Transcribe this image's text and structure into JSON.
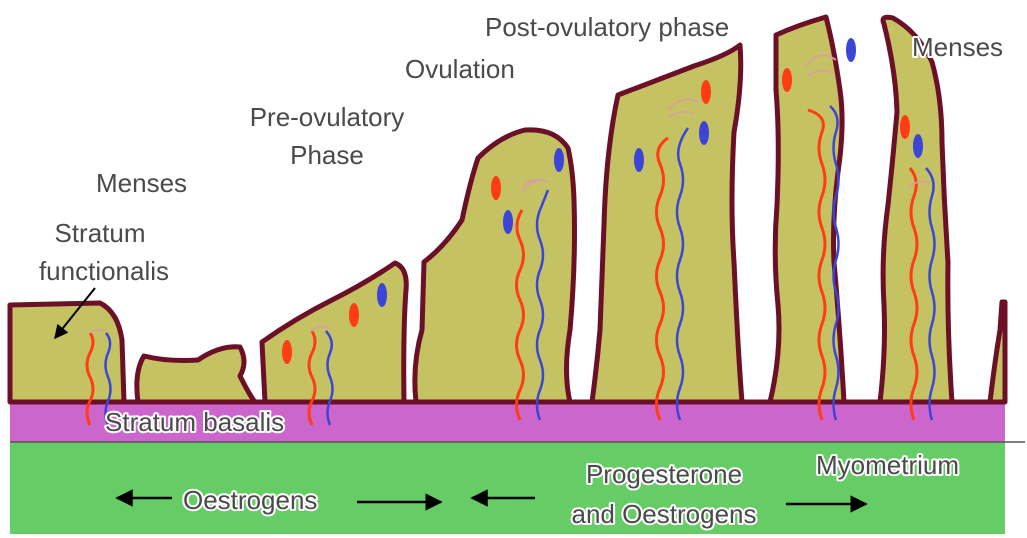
{
  "labels": {
    "menses_left": "Menses",
    "stratum_functionalis_line1": "Stratum",
    "stratum_functionalis_line2": "functionalis",
    "pre_ovulatory_line1": "Pre-ovulatory",
    "pre_ovulatory_line2": "Phase",
    "ovulation": "Ovulation",
    "post_ovulatory": "Post-ovulatory phase",
    "menses_right": "Menses",
    "stratum_basalis": "Stratum basalis",
    "myometrium": "Myometrium",
    "oestrogens": "Oestrogens",
    "progesterone_line1": "Progesterone",
    "progesterone_line2": "and Oestrogens"
  },
  "colors": {
    "functionalis": "#c4c262",
    "tissue_outline": "#6b1026",
    "basalis": "#cc66cc",
    "myometrium": "#66cc66",
    "artery": "#ff3c14",
    "vein": "#3c46d6",
    "label_text": "#4a4a4a"
  }
}
